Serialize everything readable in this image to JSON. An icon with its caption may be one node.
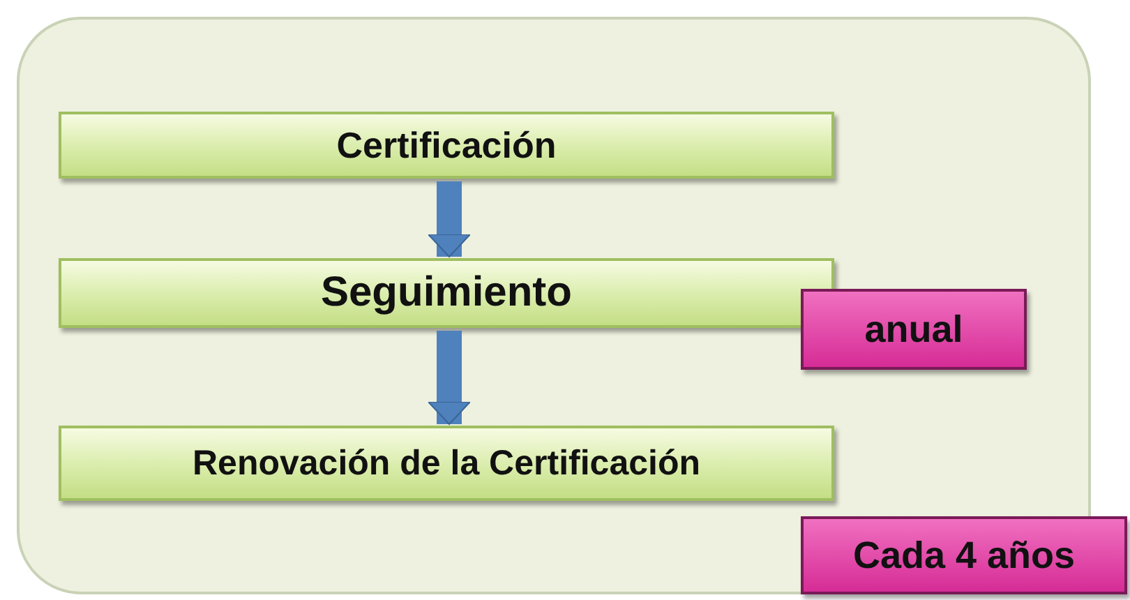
{
  "diagram": {
    "nodes": [
      {
        "text": [],
        "shape": "box"
      },
      {
        "text": [
          "Certificación"
        ],
        "in": 0
      },
      {
        "text": [
          "Seguimiento"
        ],
        "in": 0
      },
      {
        "text": [
          "Renovación de la Certificación"
        ],
        "in": 0
      },
      {
        "text": [
          "anual"
        ],
        "in": 0
      },
      {
        "text": [
          "Cada 4 años"
        ]
      }
    ],
    "edges": [
      {
        "from": 1,
        "to": 2,
        "arrow": "to"
      },
      {
        "from": 2,
        "to": 3,
        "arrow": "to"
      }
    ]
  }
}
